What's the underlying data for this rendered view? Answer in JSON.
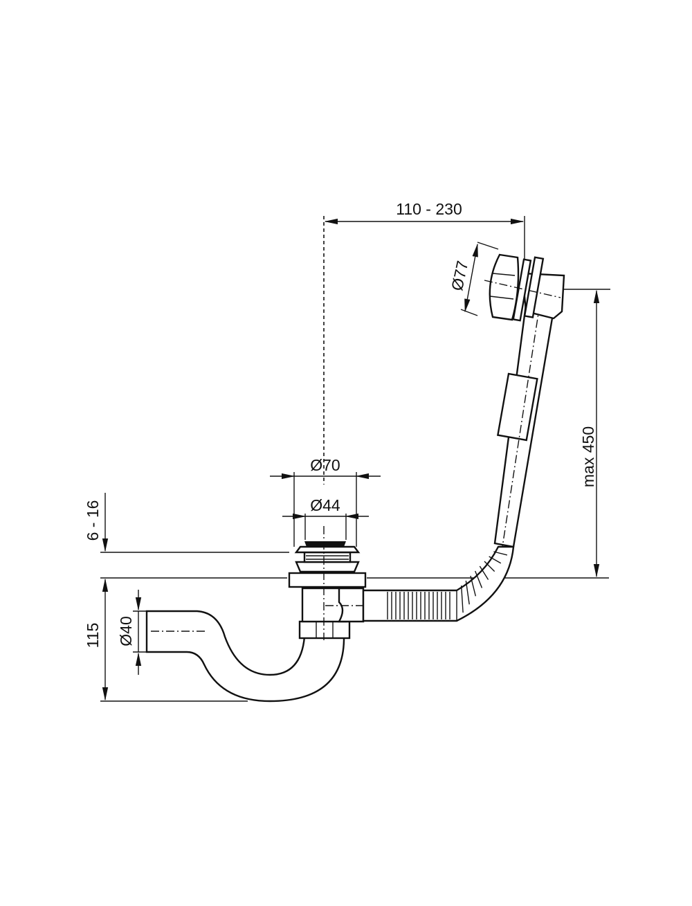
{
  "dimensions": {
    "overflow_offset": "110 - 230",
    "overflow_diameter": "Ø77",
    "drain_flange_diameter": "Ø70",
    "drain_hole_diameter": "Ø44",
    "tub_thickness": "6 - 16",
    "trap_height": "115",
    "outlet_diameter": "Ø40",
    "overflow_height": "max 450"
  },
  "colors": {
    "line": "#111111",
    "background": "#ffffff"
  }
}
